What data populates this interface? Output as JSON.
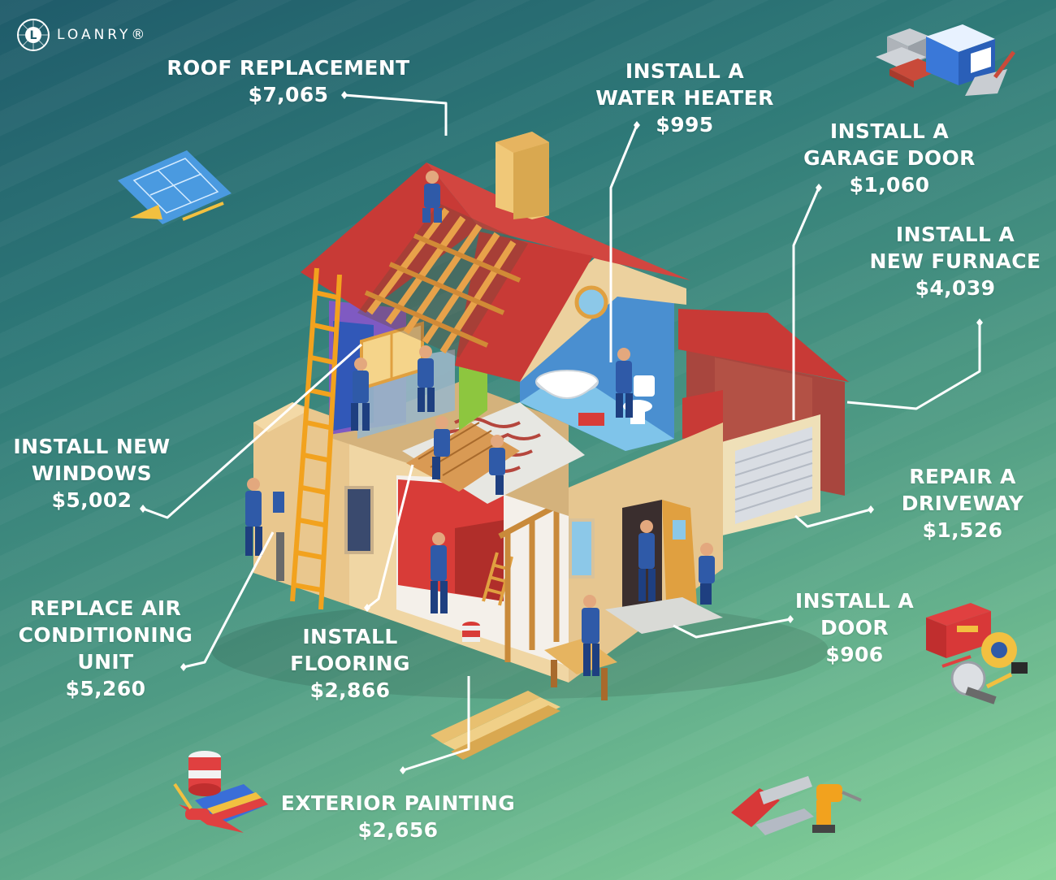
{
  "brand": {
    "name": "LOANRY",
    "mark": "L",
    "registered": "®"
  },
  "labels": {
    "roof": {
      "lines": [
        "ROOF REPLACEMENT"
      ],
      "cost": "$7,065"
    },
    "water_heater": {
      "lines": [
        "INSTALL A",
        "WATER HEATER"
      ],
      "cost": "$995"
    },
    "garage_door": {
      "lines": [
        "INSTALL A",
        "GARAGE DOOR"
      ],
      "cost": "$1,060"
    },
    "furnace": {
      "lines": [
        "INSTALL A",
        "NEW FURNACE"
      ],
      "cost": "$4,039"
    },
    "windows": {
      "lines": [
        "INSTALL NEW",
        "WINDOWS"
      ],
      "cost": "$5,002"
    },
    "driveway": {
      "lines": [
        "REPAIR A",
        "DRIVEWAY"
      ],
      "cost": "$1,526"
    },
    "air_conditioning": {
      "lines": [
        "REPLACE AIR",
        "CONDITIONING",
        "UNIT"
      ],
      "cost": "$5,260"
    },
    "flooring": {
      "lines": [
        "INSTALL",
        "FLOORING"
      ],
      "cost": "$2,866"
    },
    "door": {
      "lines": [
        "INSTALL A",
        "DOOR"
      ],
      "cost": "$906"
    },
    "exterior_painting": {
      "lines": [
        "EXTERIOR PAINTING"
      ],
      "cost": "$2,656"
    }
  },
  "colors": {
    "background_top": "#1f5b6a",
    "background_bottom": "#88d49a",
    "label_text": "#ffffff",
    "roof": "#c83a36",
    "wall": "#f0d6a4",
    "worker_overalls": "#2f5aa8"
  },
  "illustration_icons": [
    "house-cutaway-illustration",
    "blueprint-icon",
    "bricks-and-mortar-icon",
    "toolbox-and-tools-icon",
    "paint-can-and-swatches-icon",
    "chainsaw-and-drill-icon"
  ]
}
